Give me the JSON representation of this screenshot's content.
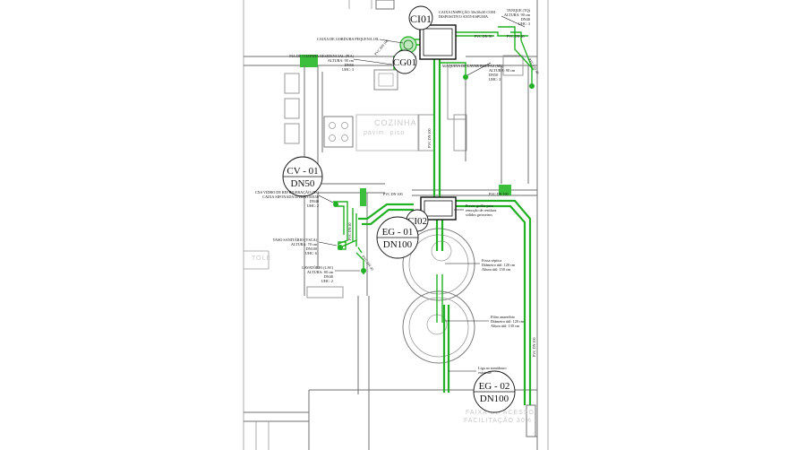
{
  "tags": {
    "ci01": "CI01",
    "cg01": "CG01",
    "cv01_line1": "CV - 01",
    "cv01_line2": "DN50",
    "ci02": "CI02",
    "eg01_line1": "EG - 01",
    "eg01_line2": "DN100",
    "eg02_line1": "EG - 02",
    "eg02_line2": "DN100"
  },
  "room_labels": {
    "kitchen": "COZINHA",
    "kitchen_sub": "pavim. piso",
    "area_sign_line1": "FAIXA DE ACESSO",
    "area_sign_line2": "FACILITAÇÃO 30%",
    "left_marker": "TOLE"
  },
  "annotations": {
    "ci01_label": [
      "CAIXA INSPEÇÃO 30x30x30 COM",
      "DISPOSITIVO ANTI-ESPUMA"
    ],
    "tanque": [
      "TANQUE (TQ)",
      "ALTURA: 90 cm",
      "DN40",
      "UHC: 3"
    ],
    "caixa_gordura": "CAIXA DE GORDURA PEQUENA 18L",
    "pia_cozinha": [
      "PIA DE COZINHA RESIDENCIAL (PIA)",
      "ALTURA: 90 cm",
      "DN50",
      "UHC: 3"
    ],
    "maquina": [
      "MÁQUINA DE LAVAR ROUPAS (ML)",
      "ALTURA: 90 cm",
      "DN50",
      "UHC: 3"
    ],
    "ralo": [
      "CXS VIDRO DE REFRIGERAÇÃO (RS)",
      "CAIXA SIFONADA DN40X150X50",
      "DN40",
      "UHC: 2"
    ],
    "vaso": [
      "VASO SANITÁRIO (VSCA)",
      "ALTURA: 70 cm",
      "DN100",
      "UHC: 6"
    ],
    "lavatorio": [
      "LAVATÓRIO (LAV)",
      "ALTURA: 80 cm",
      "DN40",
      "UHC: 2"
    ],
    "ci02_note": [
      "Prever grelha para",
      "remoção de resíduos",
      "sólidos grosseiros"
    ],
    "fossa": [
      "Fossa séptica",
      "Diâmetro útil: 120 cm",
      "Altura útil: 150 cm"
    ],
    "filtro": [
      "Filtro anaeróbio",
      "Diâmetro útil: 120 cm",
      "Altura útil: 130 cm"
    ],
    "sumidouro": [
      "Liga ao sumidouro",
      "existente"
    ]
  },
  "pipe_labels": {
    "p1": "PVC DN 50",
    "p2": "PVC DN 40",
    "p3": "PVC DN 40",
    "p4": "PVC DN 100",
    "p5": "PVC DN 100",
    "p6": "PVC DN 100",
    "p7": "PVC DN 40",
    "p8": "PVC DN 100",
    "p9": "PVC DN 40",
    "p10": "PVC DN 100"
  },
  "colors": {
    "pipe": "#22b024",
    "wall": "#6f6f6f",
    "linework": "#9a9a9a",
    "text": "#111111"
  }
}
